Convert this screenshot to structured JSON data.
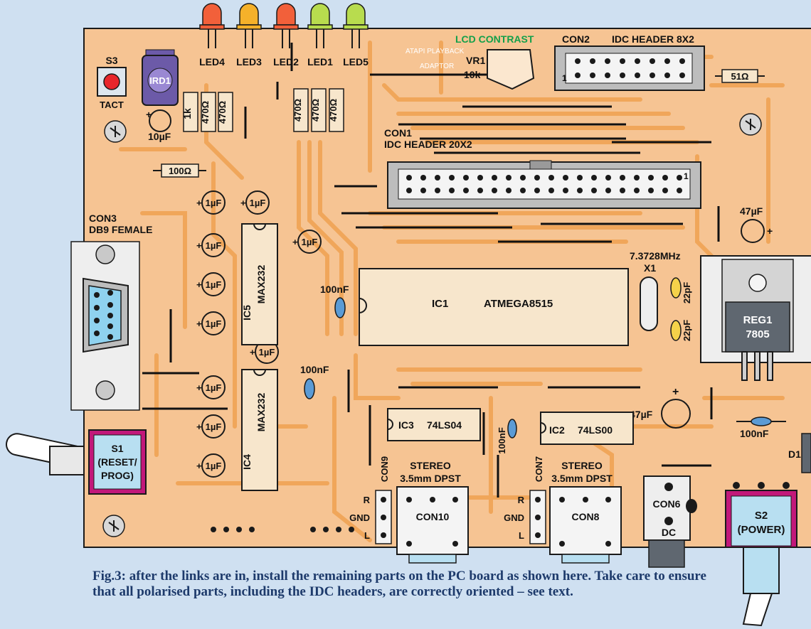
{
  "colors": {
    "background": "#cfe0f1",
    "board": "#f6c493",
    "track": "#f0a65a",
    "outline": "#1a1a1a",
    "caption": "#1d3a6b",
    "contrast_label": "#13a04a"
  },
  "leds": [
    {
      "label": "LED4",
      "color": "#f2603a"
    },
    {
      "label": "LED3",
      "color": "#f5b12a"
    },
    {
      "label": "LED2",
      "color": "#f2603a"
    },
    {
      "label": "LED1",
      "color": "#b8dc4e"
    },
    {
      "label": "LED5",
      "color": "#b8dc4e"
    }
  ],
  "labels": {
    "s3": "S3",
    "tact": "TACT",
    "ird1": "IRD1",
    "cap_10uf": "10µF",
    "res_1k": "1k",
    "res_470": "470Ω",
    "res_100": "100Ω",
    "res_51": "51Ω",
    "lcd_contrast": "LCD CONTRAST",
    "atapi_line1": "ATAPI PLAYBACK",
    "atapi_line2": "ADAPTOR",
    "vr1": "VR1",
    "vr1_value": "10k",
    "con2": "CON2",
    "con2_desc": "IDC HEADER 8X2",
    "pin1": "1",
    "con1": "CON1",
    "con1_desc": "IDC HEADER 20X2",
    "cap_1uf": "1µF",
    "cap_47uf": "47µF",
    "cap_100nf": "100nF",
    "cap_22pf": "22pF",
    "con3": "CON3",
    "con3_desc": "DB9 FEMALE",
    "ic5": "IC5",
    "ic4": "IC4",
    "max232": "MAX232",
    "ic1": "IC1",
    "atmega": "ATMEGA8515",
    "crystal_freq": "7.3728MHz",
    "x1": "X1",
    "reg1": "REG1",
    "reg_part": "7805",
    "ic3": "IC3",
    "ic3_part": "74LS04",
    "ic2": "IC2",
    "ic2_part": "74LS00",
    "s1_line1": "S1",
    "s1_line2": "(RESET/",
    "s1_line3": "PROG)",
    "con9": "CON9",
    "con7": "CON7",
    "stereo": "STEREO",
    "jack": "3.5mm DPST",
    "con10": "CON10",
    "con8": "CON8",
    "con6": "CON6",
    "dc": "DC",
    "r": "R",
    "gnd": "GND",
    "l": "L",
    "s2_line1": "S2",
    "s2_line2": "(POWER)",
    "d1": "D1",
    "plus": "+"
  },
  "caption": "Fig.3: after the links are in, install the remaining parts on the PC board as shown here. Take care to ensure that all polarised parts, including the IDC headers, are correctly oriented – see text."
}
